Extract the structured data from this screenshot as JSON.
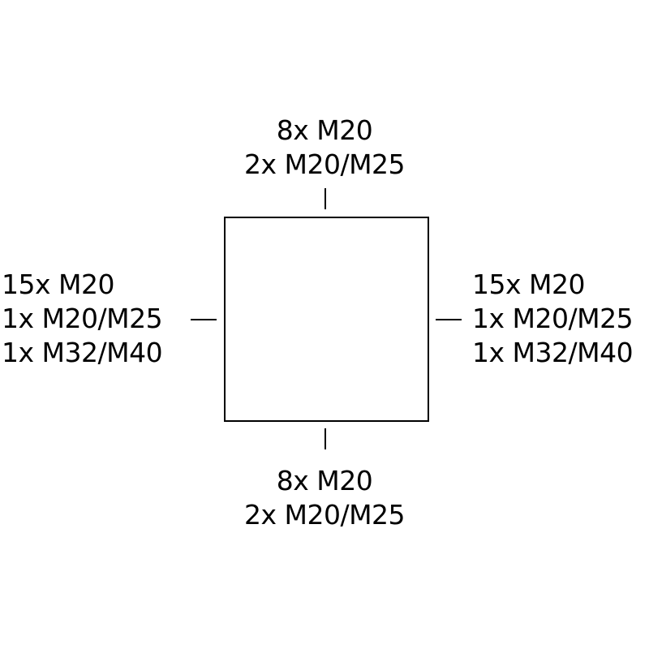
{
  "diagram": {
    "top": [
      "8x M20",
      "2x M20/M25"
    ],
    "bottom": [
      "8x M20",
      "2x M20/M25"
    ],
    "left": [
      "15x M20",
      "1x M20/M25",
      "1x M32/M40"
    ],
    "right": [
      "15x M20",
      "1x M20/M25",
      "1x M32/M40"
    ]
  }
}
